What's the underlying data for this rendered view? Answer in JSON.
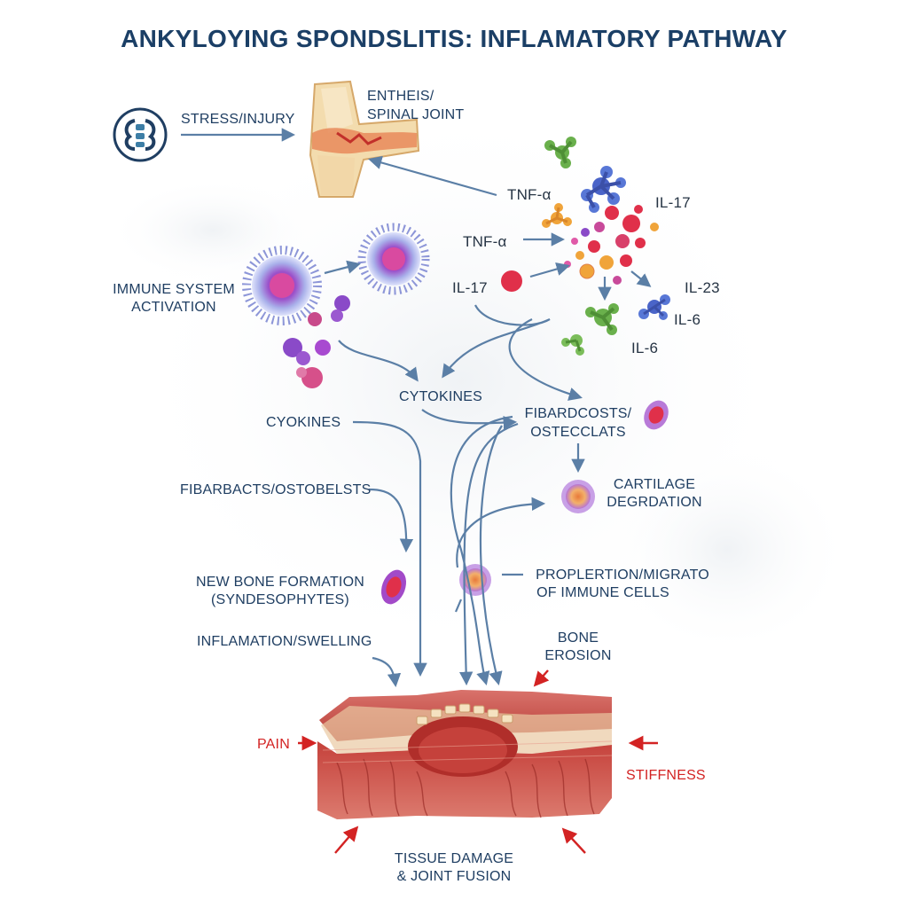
{
  "title": "ANKYLOYING SPONDSLITIS: INFLAMATORY PATHWAY",
  "labels": {
    "stress_injury": "STRESS/INJURY",
    "entheis_line1": "ENTHEIS/",
    "entheis_line2": "SPINAL JOINT",
    "tnf_top": "TNF-α",
    "tnf_mid": "TNF-α",
    "il17_right": "IL-17",
    "il17_left": "IL-17",
    "il23": "IL-23",
    "il6_a": "IL-6",
    "il6_b": "IL-6",
    "immune_line1": "IMMUNE SYSTEM",
    "immune_line2": "ACTIVATION",
    "cytokines_center": "CYTOKINES",
    "cyokines_left": "CYOKINES",
    "fibardcosts_line1": "FIBARDCOSTS/",
    "fibardcosts_line2": "OSTECCLATS",
    "fibarbacts": "FIBARBACTS/OSTOBELSTS",
    "cartilage_line1": "CARTILAGE",
    "cartilage_line2": "DEGRDATION",
    "newbone_line1": "NEW BONE FORMATION",
    "newbone_line2": "(SYNDESOPHYTES)",
    "proplertion_line1": "PROPLERTION/MIGRATO",
    "proplertion_line2": "OF IMMUNE CELLS",
    "inflamation": "INFLAMATION/SWELLING",
    "bone_line1": "BONE",
    "bone_line2": "EROSION",
    "pain": "PAIN",
    "stiffness": "STIFFNESS",
    "tissue_line1": "TISSUE DAMAGE",
    "tissue_line2": "& JOINT FUSION"
  },
  "colors": {
    "title": "#1b3f66",
    "label": "#1f3e62",
    "arrow": "#5b7fa6",
    "red": "#d32323",
    "tissue": "#c9463f",
    "bone": "#f2d7a8"
  },
  "icons": {
    "spine": "spine-icon",
    "joint": "joint-illustration",
    "immune_cell": "immune-cell-icon",
    "tissue": "tissue-cross-section"
  }
}
